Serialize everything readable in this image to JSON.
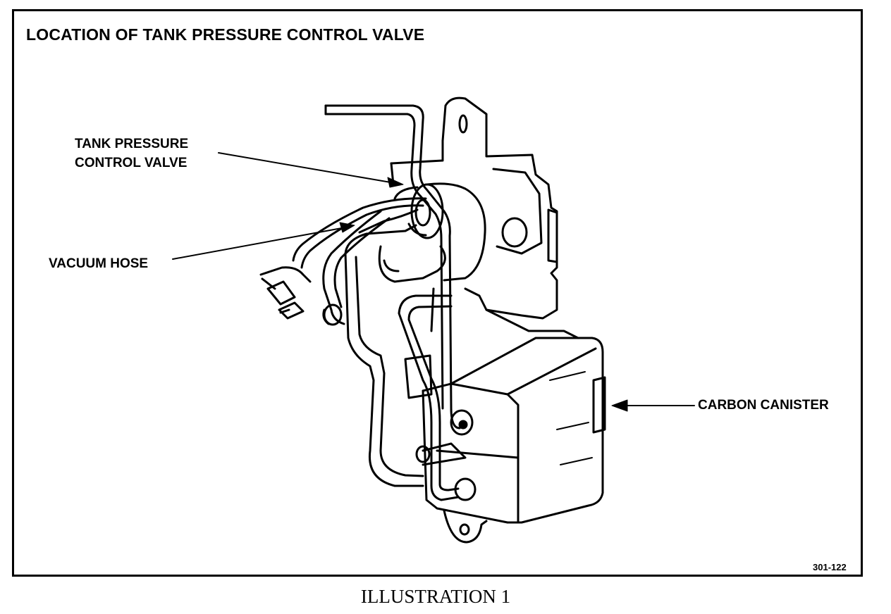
{
  "title": "LOCATION OF TANK PRESSURE CONTROL VALVE",
  "labels": {
    "valve_line1": "TANK PRESSURE",
    "valve_line2": "CONTROL VALVE",
    "vacuum_hose": "VACUUM HOSE",
    "carbon_canister": "CARBON CANISTER"
  },
  "figure_number": "301-122",
  "caption": "ILLUSTRATION 1"
}
